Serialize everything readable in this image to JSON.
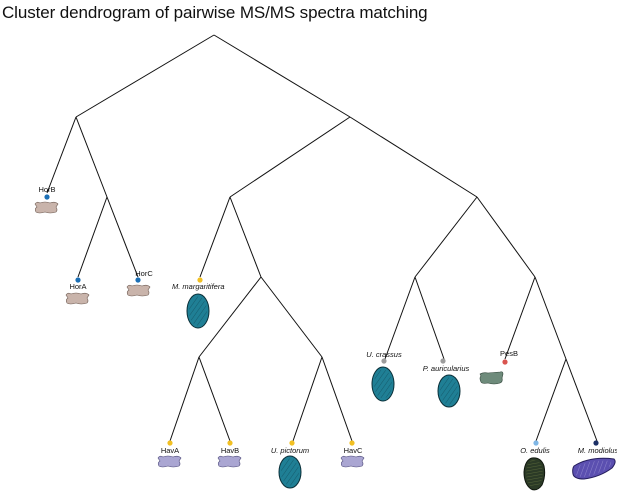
{
  "title": "Cluster dendrogram of pairwise MS/MS spectra matching",
  "colors": {
    "shell_tan": "#c9b4ab",
    "shell_lavender": "#aaa6d2",
    "shell_teal": "#1f7f95",
    "shell_gray_green": "#6e8b7b",
    "shell_dark_olive": "#2b3a26",
    "shell_purple": "#5b4fb0",
    "dot_blue": "#1c6fb5",
    "dot_yellow": "#f2c023",
    "dot_gray": "#9c9c9c",
    "dot_red": "#d9544f",
    "dot_light_blue": "#7fb7e6",
    "dot_navy": "#1b2f66"
  },
  "leaves": [
    {
      "id": "horb",
      "label": "HorB",
      "italic": false,
      "dot": "dot_blue",
      "shell": "tan-plate-icon",
      "shell_color": "shell_tan"
    },
    {
      "id": "hora",
      "label": "HorA",
      "italic": false,
      "dot": "dot_blue",
      "shell": "tan-plate-icon",
      "shell_color": "shell_tan"
    },
    {
      "id": "horc",
      "label": "HorC",
      "italic": false,
      "dot": "dot_blue",
      "shell": "tan-plate-icon",
      "shell_color": "shell_tan"
    },
    {
      "id": "mmarg",
      "label": "M. margaritifera",
      "italic": true,
      "dot": "dot_yellow",
      "shell": "mussel-shell-icon",
      "shell_color": "shell_teal"
    },
    {
      "id": "hava",
      "label": "HavA",
      "italic": false,
      "dot": "dot_yellow",
      "shell": "lavender-plate-icon",
      "shell_color": "shell_lavender"
    },
    {
      "id": "havb",
      "label": "HavB",
      "italic": false,
      "dot": "dot_yellow",
      "shell": "lavender-plate-icon",
      "shell_color": "shell_lavender"
    },
    {
      "id": "upict",
      "label": "U. pictorum",
      "italic": true,
      "dot": "dot_yellow",
      "shell": "mussel-shell-icon",
      "shell_color": "shell_teal"
    },
    {
      "id": "havc",
      "label": "HavC",
      "italic": false,
      "dot": "dot_yellow",
      "shell": "lavender-plate-icon",
      "shell_color": "shell_lavender"
    },
    {
      "id": "ucras",
      "label": "U. crassus",
      "italic": true,
      "dot": "dot_gray",
      "shell": "mussel-shell-icon",
      "shell_color": "shell_teal"
    },
    {
      "id": "pauric",
      "label": "P. auricularius",
      "italic": true,
      "dot": "dot_gray",
      "shell": "mussel-shell-icon",
      "shell_color": "shell_teal"
    },
    {
      "id": "pesb",
      "label": "PesB",
      "italic": false,
      "dot": "dot_red",
      "shell": "green-plate-icon",
      "shell_color": "shell_gray_green"
    },
    {
      "id": "oedulis",
      "label": "O. edulis",
      "italic": true,
      "dot": "dot_light_blue",
      "shell": "oyster-shell-icon",
      "shell_color": "shell_dark_olive"
    },
    {
      "id": "mmodiolus",
      "label": "M. modiolus",
      "italic": true,
      "dot": "dot_navy",
      "shell": "horse-mussel-shell-icon",
      "shell_color": "shell_purple"
    }
  ]
}
